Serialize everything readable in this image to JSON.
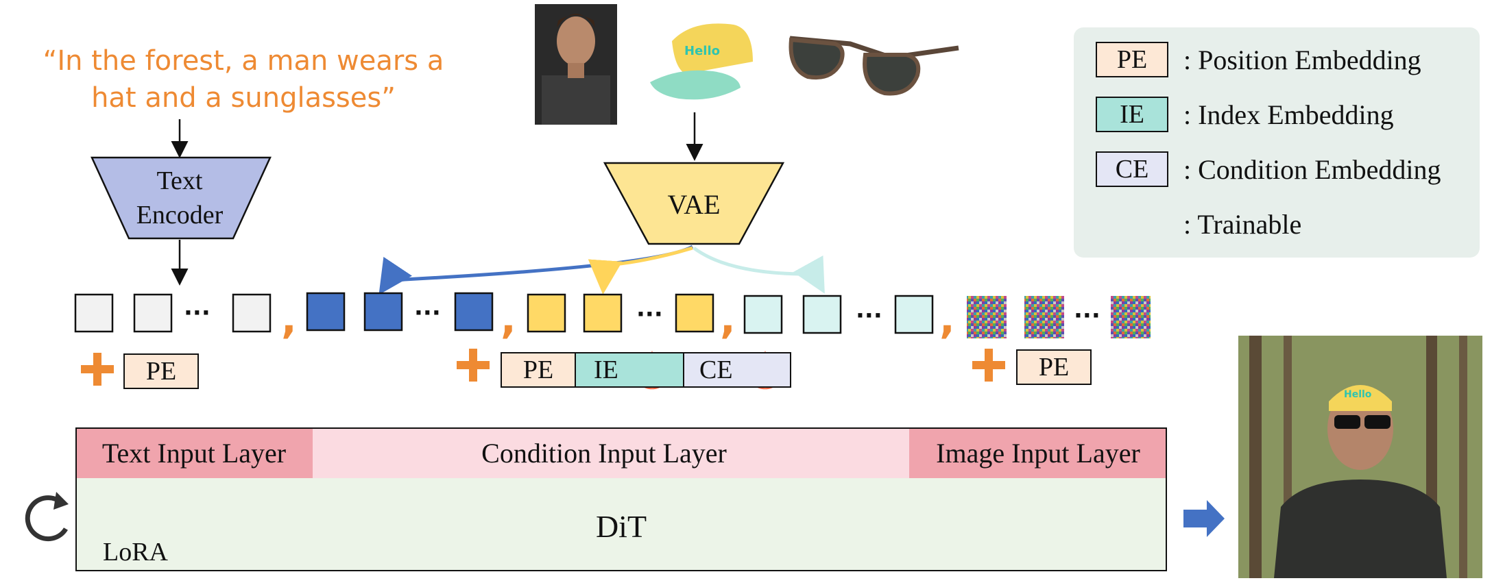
{
  "prompt": {
    "line1": "“In the forest, a man wears a",
    "line2": "hat and a sunglasses”"
  },
  "inputs": {
    "person": "person-photo",
    "hat": "cap-photo",
    "hat_text": "Hello",
    "glasses": "sunglasses-photo"
  },
  "encoders": {
    "text_line1": "Text",
    "text_line2": "Encoder",
    "vae": "VAE"
  },
  "legend": [
    {
      "abbr": "PE",
      "desc": ": Position Embedding",
      "color": "#fde8d6"
    },
    {
      "abbr": "IE",
      "desc": ": Index Embedding",
      "color": "#a9e3da"
    },
    {
      "abbr": "CE",
      "desc": ": Condition Embedding",
      "color": "#e4e6f5"
    },
    {
      "abbr": "",
      "desc": ": Trainable",
      "icon": "flame-icon"
    }
  ],
  "tokens": {
    "ellipsis": "···",
    "comma": ",",
    "text_color": "#f2f2f2",
    "person_color": "#4472c4",
    "hat_color": "#ffd966",
    "glasses_color": "#d9f3f1"
  },
  "embeddings": {
    "plus": "+",
    "pe": "PE",
    "ie": "IE",
    "ce": "CE"
  },
  "layers": {
    "text": "Text Input Layer",
    "condition": "Condition Input Layer",
    "image": "Image Input Layer"
  },
  "dit": {
    "label": "DiT",
    "lora": "LoRA"
  },
  "output": {
    "image": "generated-forest-man-photo",
    "hat_text": "Hello"
  },
  "colors": {
    "orange": "#ee8a33",
    "encoder_blue": "#b4bde6",
    "vae_yellow": "#fde593",
    "layer_pink_dark": "#f0a4ad",
    "layer_pink_light": "#fbdbe1",
    "dit_green": "#ecf4e8",
    "flame": "#f26b4c"
  }
}
